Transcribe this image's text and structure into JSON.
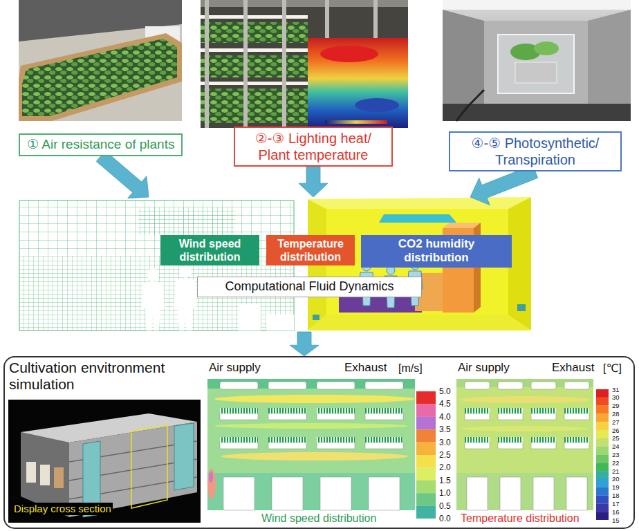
{
  "diagram": {
    "nodes": [
      {
        "text": [
          "① Air resistance of plants"
        ]
      },
      {
        "text": [
          "②-③ Lighting heat/ Plant temperature"
        ]
      },
      {
        "text": [
          "④-⑤ Photosynthetic/ Transpiration"
        ]
      },
      {
        "text": [
          "Computational Fluid Dynamics"
        ]
      },
      {
        "text": [
          "Wind speed distribution"
        ],
        "in": 3
      },
      {
        "text": [
          "Temperature distribution"
        ],
        "in": 3
      },
      {
        "text": [
          "CO2 humidity distribution"
        ],
        "in": 3
      },
      {
        "text": [
          "Cultivation envitronment simulation"
        ]
      }
    ],
    "edges": [
      {
        "from": 0,
        "to": 3,
        "arrow": "to"
      },
      {
        "from": 1,
        "to": 3,
        "arrow": "to"
      },
      {
        "from": 2,
        "to": 3,
        "arrow": "to"
      },
      {
        "from": 3,
        "to": 7,
        "arrow": "to"
      }
    ],
    "labels": [
      "Display cross section",
      "Air supply",
      "Exhaust",
      "[m/s]",
      "5.0",
      "4.5",
      "4.0",
      "3.5",
      "3.0",
      "2.5",
      "2.0",
      "1.5",
      "1.0",
      "0.5",
      "0.0",
      "Wind speed distribution",
      "Air supply",
      "Exhaust",
      "[℃]",
      "31",
      "30",
      "29",
      "28",
      "27",
      "26",
      "25",
      "24",
      "23",
      "22",
      "21",
      "20",
      "19",
      "18",
      "17",
      "16",
      "15",
      "Temperature distribution"
    ]
  }
}
